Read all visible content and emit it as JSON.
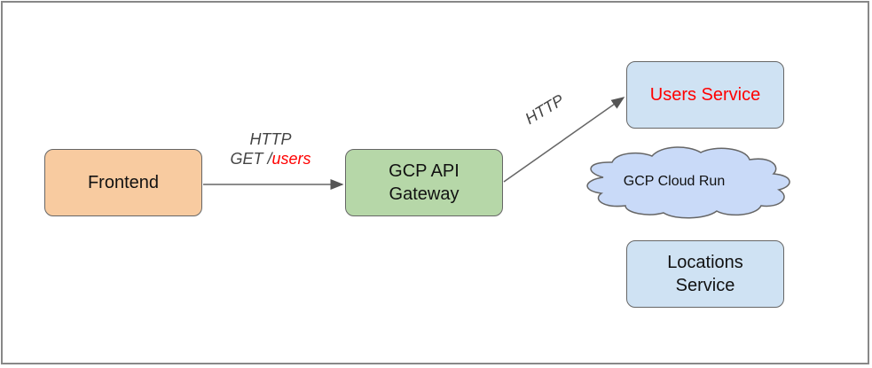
{
  "nodes": {
    "frontend": "Frontend",
    "gateway_line1": "GCP API",
    "gateway_line2": "Gateway",
    "users_service": "Users Service",
    "cloud": "GCP Cloud Run",
    "locations_line1": "Locations",
    "locations_line2": "Service"
  },
  "edges": {
    "frontend_to_gateway_line1": "HTTP",
    "frontend_to_gateway_method": "GET /",
    "frontend_to_gateway_path": "users",
    "gateway_to_users": "HTTP"
  },
  "colors": {
    "frontend": "#f8cba0",
    "gateway": "#b6d7a8",
    "service": "#cfe2f3",
    "cloud": "#c9daf8",
    "highlight": "#ff0000"
  }
}
